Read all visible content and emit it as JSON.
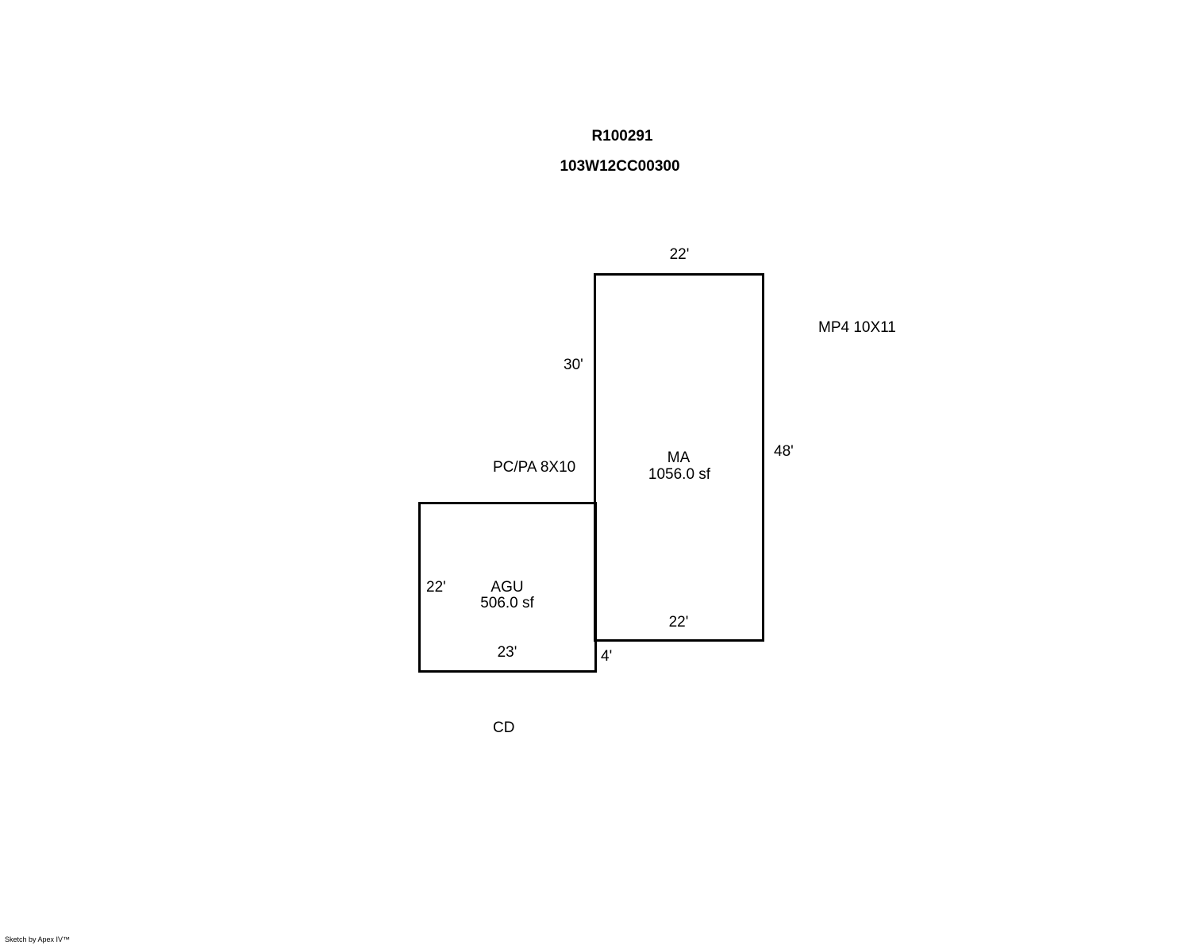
{
  "header": {
    "account_id": "R100291",
    "map_tax_lot": "103W12CC00300"
  },
  "areas": {
    "main": {
      "code": "MA",
      "area": "1056.0 sf",
      "dim_top": "22'",
      "dim_left": "30'",
      "dim_right": "48'",
      "dim_bottom": "22'"
    },
    "garage": {
      "code": "AGU",
      "area": "506.0 sf",
      "dim_left": "22'",
      "dim_bottom": "23'"
    },
    "offset_dim": "4'"
  },
  "annotations": {
    "porch": "PC/PA 8X10",
    "mp4": "MP4 10X11",
    "cd": "CD"
  },
  "footer": {
    "credit": "Sketch by Apex IV™"
  }
}
